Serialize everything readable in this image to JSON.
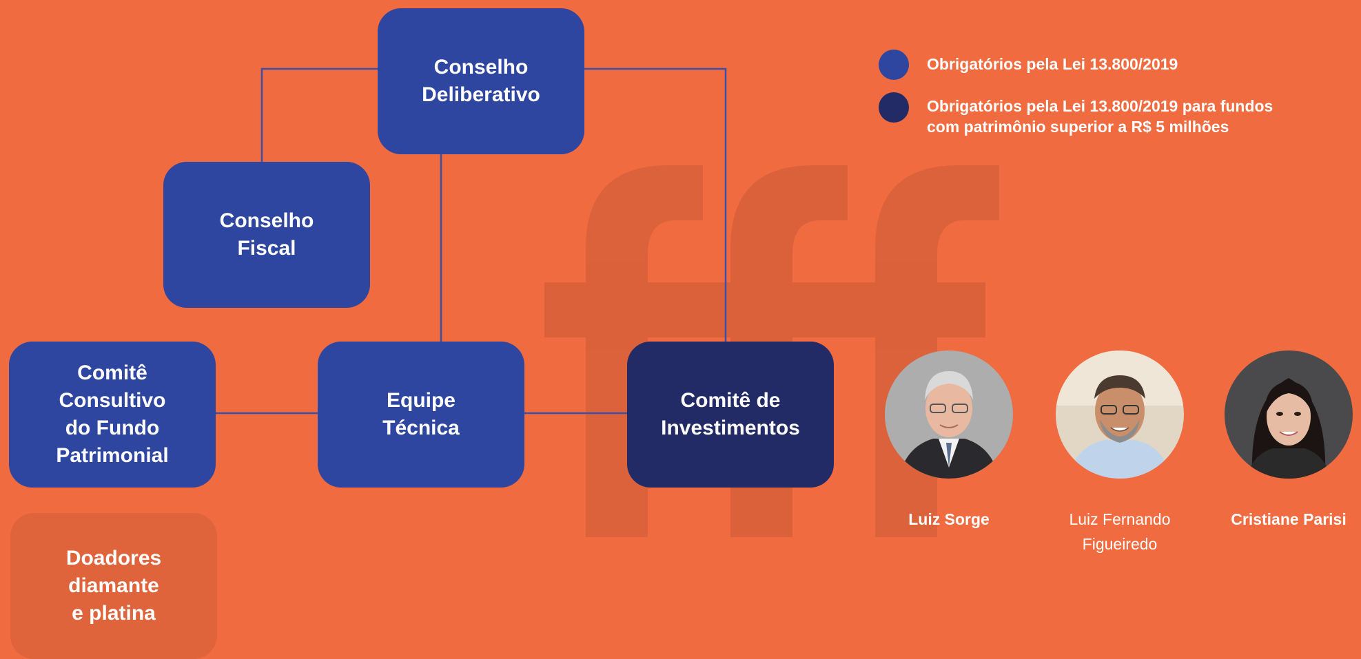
{
  "colors": {
    "background": "#F06B40",
    "mandatory": "#2E46A0",
    "mandatory_large_funds": "#222B66",
    "donor_box": "#DF643C",
    "connector": "#3A4FA8",
    "watermark": "#D8603B"
  },
  "nodes": {
    "conselho_deliberativo": "Conselho\nDeliberativo",
    "conselho_fiscal": "Conselho\nFiscal",
    "comite_consultivo": "Comitê\nConsultivo\ndo Fundo\nPatrimonial",
    "equipe_tecnica": "Equipe\nTécnica",
    "comite_investimentos": "Comitê de\nInvestimentos",
    "doadores": "Doadores\ndiamante\ne platina"
  },
  "legend": [
    {
      "text": "Obrigatórios pela Lei 13.800/2019",
      "color": "#2E46A0"
    },
    {
      "text": "Obrigatórios pela Lei 13.800/2019 para fundos\ncom patrimônio superior a R$ 5 milhões",
      "color": "#222B66"
    }
  ],
  "people": [
    {
      "name": "Luiz Sorge",
      "icon": "portrait-photo"
    },
    {
      "name": "Luiz Fernando\nFigueiredo",
      "icon": "portrait-photo"
    },
    {
      "name": "Cristiane Parisi",
      "icon": "portrait-photo"
    }
  ],
  "watermark_icon": "fff-logo-watermark"
}
